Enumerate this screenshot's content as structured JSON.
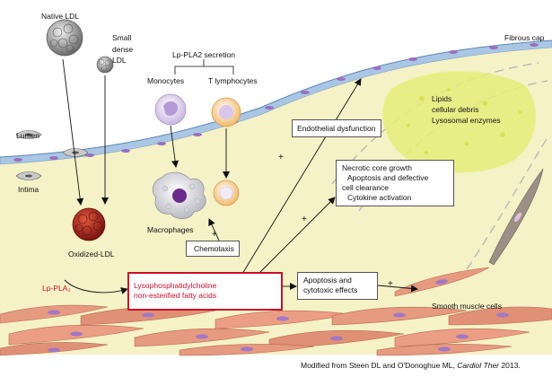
{
  "labels": {
    "native_ldl": "Native LDL",
    "small_dense_ldl_1": "Small",
    "small_dense_ldl_2": "dense",
    "small_dense_ldl_3": "LDL",
    "lp_pla2_secretion": "Lp-PLA2 secretion",
    "monocytes": "Monocytes",
    "t_lymphocytes": "T lymphocytes",
    "fibrous_cap": "Fibrous cap",
    "lumen": "Lumen",
    "intima": "Intima",
    "macrophages": "Macrophages",
    "oxidized_ldl": "Oxidized-LDL",
    "lp_pla2": "Lp-PLA₂",
    "smooth_muscle_cells": "Smooth muscle cells"
  },
  "core": {
    "line1": "Lipids",
    "line2": "cellular debris",
    "line3": "Lysosomal enzymes"
  },
  "boxes": {
    "endothelial": "Endothelial dysfunction",
    "necrotic": [
      "Necrotic core growth",
      "Apoptosis and defective",
      "cell clearance",
      "Cytokine activation"
    ],
    "chemotaxis": "Chemotaxis",
    "lysophosphatidylcholine": [
      "Lysophosphatidylcholine",
      "non-esterified fatty acids"
    ],
    "apoptosis": [
      "Apoptosis and",
      "cytotoxic effects"
    ]
  },
  "plus_sign": "+",
  "caption": {
    "prefix": "Modified from Steen DL and O'Donoghue ML, ",
    "journal": "Cardiol Ther",
    "suffix": " 2013."
  },
  "colors": {
    "intima": "#f4f2c6",
    "endothelium": "#a9c6e4",
    "smc": "#e69a80",
    "core": "#e6ec7a",
    "highlight_red": "#c8102e"
  }
}
